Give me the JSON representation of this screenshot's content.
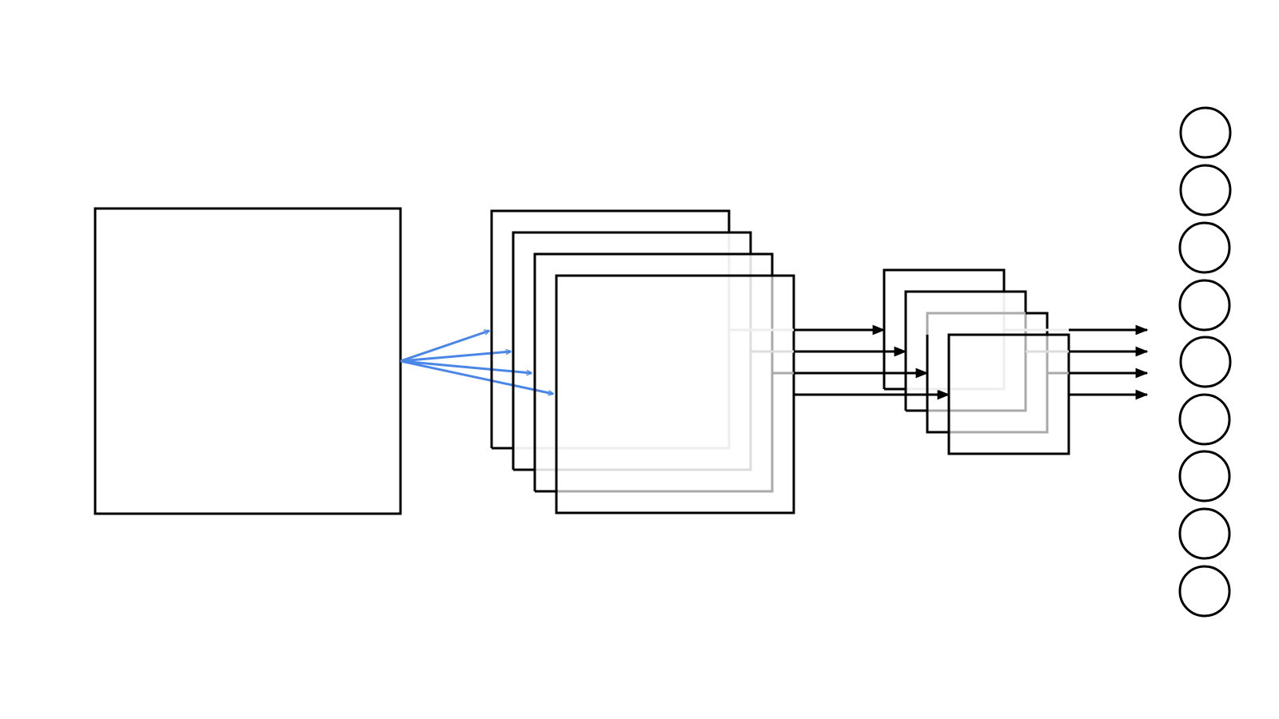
{
  "diagram": {
    "colors": {
      "background": "#ffffff",
      "stroke": "#000000",
      "input_arrows": "#4a86e8",
      "hidden_lines": [
        "#eeeeee",
        "#dddddd",
        "#aaaaaa"
      ],
      "hidden_lines_small": [
        "#eeeeee",
        "#aaaaaa",
        "#aaaaaa"
      ]
    },
    "counts": {
      "input_planes": 1,
      "conv_feature_maps": 4,
      "pooled_feature_maps": 4,
      "input_arrows": 4,
      "flatten_arrows": 4,
      "output_arrows": 4,
      "output_neurons": 9
    }
  }
}
